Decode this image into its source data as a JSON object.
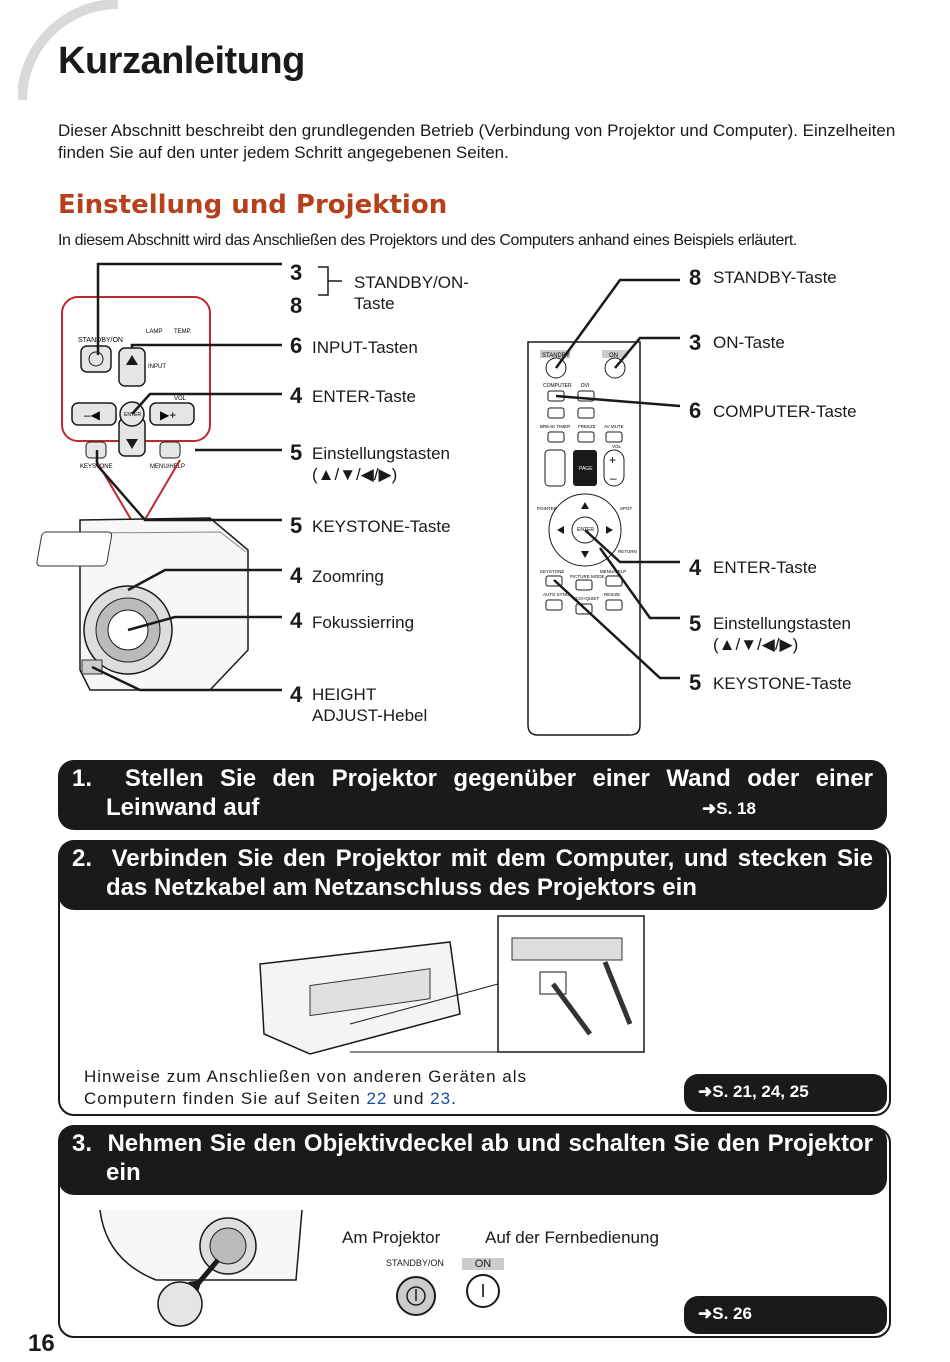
{
  "page": {
    "title": "Kurzanleitung",
    "intro": "Dieser Abschnitt beschreibt den grundlegenden Betrieb (Verbindung von Projektor und Computer). Einzelheiten finden Sie auf den unter jedem Schritt angegebenen Seiten.",
    "page_number": "16"
  },
  "section": {
    "title": "Einstellung und Projektion",
    "subtitle": "In diesem Abschnitt wird das Anschließen des Projektors und des Computers anhand eines Beispiels erläutert."
  },
  "projector_labels": [
    {
      "nums": "3\n8",
      "text": "STANDBY/ON-\nTaste"
    },
    {
      "nums": "6",
      "text": "INPUT-Tasten"
    },
    {
      "nums": "4",
      "text": "ENTER-Taste"
    },
    {
      "nums": "5",
      "text": "Einstellungstasten\n(▲/▼/◀/▶)"
    },
    {
      "nums": "5",
      "text": "KEYSTONE-Taste"
    },
    {
      "nums": "4",
      "text": "Zoomring"
    },
    {
      "nums": "4",
      "text": "Fokussierring"
    },
    {
      "nums": "4",
      "text": "HEIGHT\nADJUST-Hebel"
    }
  ],
  "remote_labels": [
    {
      "nums": "8",
      "text": "STANDBY-Taste"
    },
    {
      "nums": "3",
      "text": "ON-Taste"
    },
    {
      "nums": "6",
      "text": "COMPUTER-Taste"
    },
    {
      "nums": "4",
      "text": "ENTER-Taste"
    },
    {
      "nums": "5",
      "text": "Einstellungstasten\n(▲/▼/◀/▶)"
    },
    {
      "nums": "5",
      "text": "KEYSTONE-Taste"
    }
  ],
  "panel_text": {
    "standby_on": "STANDBY/ON",
    "lamp": "LAMP",
    "temp": "TEMP.",
    "input": "INPUT",
    "vol": "VOL",
    "enter": "ENTER",
    "keystone": "KEYSTONE",
    "menu_help": "MENU/HELP"
  },
  "remote_text": {
    "standby": "STANDBY",
    "on": "ON",
    "computer": "COMPUTER",
    "dvi": "DVI",
    "break_timer": "BREAK TIMER",
    "freeze": "FREEZE",
    "av_mute": "AV MUTE",
    "vol": "VOL",
    "page": "PAGE",
    "pointer": "POINTER",
    "spot": "SPOT",
    "enter": "ENTER",
    "return": "RETURN",
    "keystone": "KEYSTONE",
    "menu_help": "MENU/HELP",
    "picture_mode": "PICTURE MODE",
    "auto_sync": "AUTO SYNC",
    "eco_quiet": "ECO+QUIET",
    "resize": "RESIZE"
  },
  "steps": [
    {
      "num": "1.",
      "title": "Stellen Sie den Projektor gegenüber einer Wand oder einer Leinwand auf",
      "ref": "S. 18"
    },
    {
      "num": "2.",
      "title": "Verbinden Sie den Projektor mit dem Computer, und stecken Sie das Netzkabel am Netzanschluss des Projektors ein",
      "ref": "S. 21, 24, 25",
      "note_a": "Hinweise zum Anschließen von anderen Geräten als Computern finden Sie auf Seiten ",
      "note_p1": "22",
      "note_b": " und ",
      "note_p2": "23",
      "note_c": "."
    },
    {
      "num": "3.",
      "title": "Nehmen Sie den Objektivdeckel ab und schalten Sie den Projektor ein",
      "ref": "S. 26",
      "at_projector": "Am Projektor",
      "at_remote": "Auf der Fernbedienung",
      "btn_standby": "STANDBY/ON",
      "btn_on": "ON"
    }
  ]
}
